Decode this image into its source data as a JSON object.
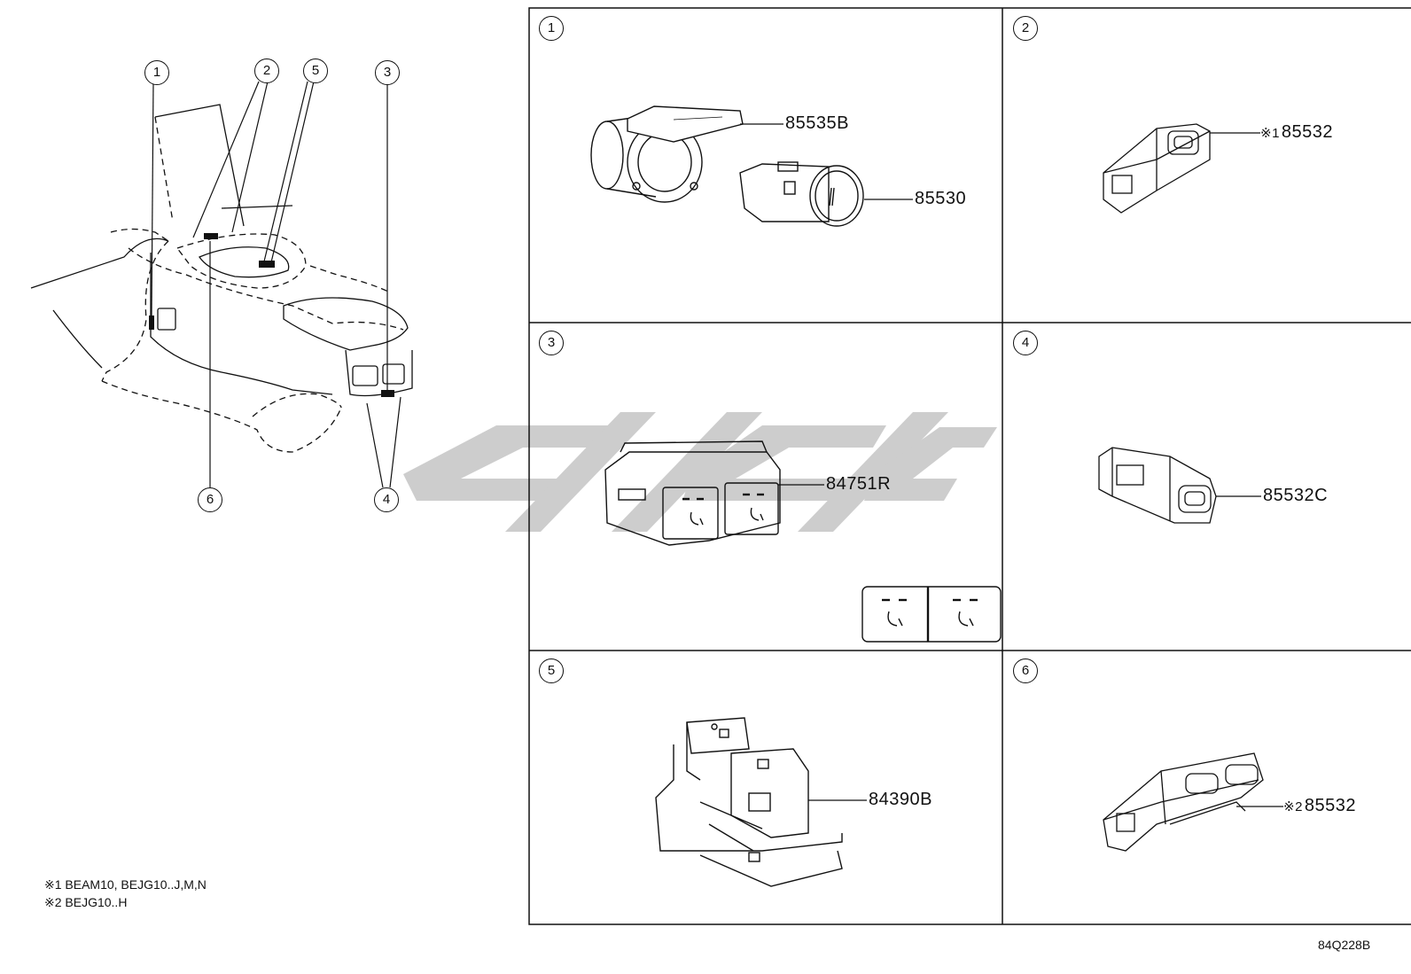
{
  "overview": {
    "callouts": [
      "1",
      "2",
      "5",
      "3",
      "6",
      "4"
    ]
  },
  "panels": [
    {
      "num": "1",
      "parts": [
        {
          "part_no": "85535B",
          "mark": ""
        },
        {
          "part_no": "85530",
          "mark": ""
        }
      ]
    },
    {
      "num": "2",
      "parts": [
        {
          "part_no": "85532",
          "mark": "※1"
        }
      ]
    },
    {
      "num": "3",
      "parts": [
        {
          "part_no": "84751R",
          "mark": ""
        }
      ]
    },
    {
      "num": "4",
      "parts": [
        {
          "part_no": "85532C",
          "mark": ""
        }
      ]
    },
    {
      "num": "5",
      "parts": [
        {
          "part_no": "84390B",
          "mark": ""
        }
      ]
    },
    {
      "num": "6",
      "parts": [
        {
          "part_no": "85532",
          "mark": "※2"
        }
      ]
    }
  ],
  "notes": [
    "※1 BEAM10, BEJG10..J,M,N",
    "※2 BEJG10..H"
  ],
  "diagram_code": "84Q228B",
  "watermark_color": "#c8c8c8",
  "line_color": "#111111"
}
